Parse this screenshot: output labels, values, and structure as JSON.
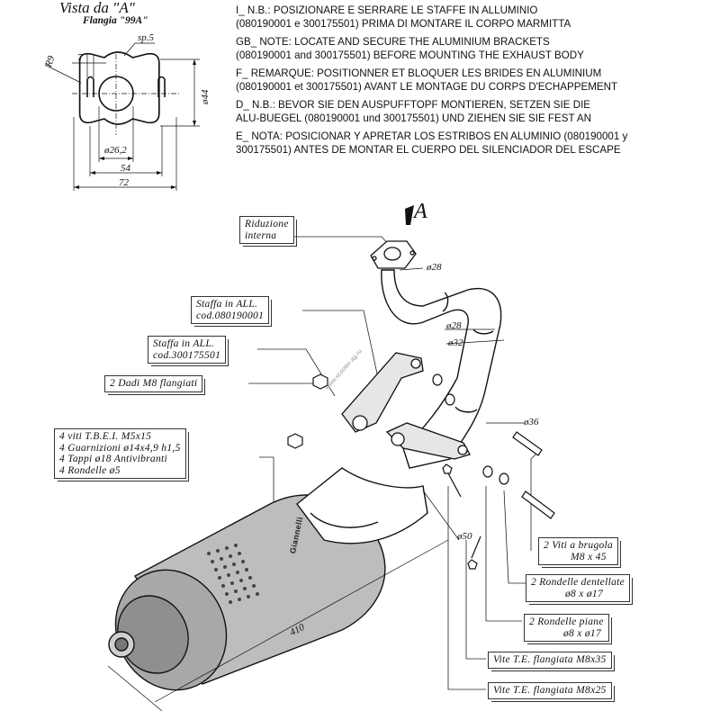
{
  "flange_view": {
    "title": "Vista da \"A\"",
    "subtitle": "Flangia \"99A\"",
    "dims": {
      "thickness": "sp.5",
      "slot": "7",
      "radius": "R9",
      "bore": "ø26,2",
      "height": "ø44",
      "hole_spacing": "54",
      "width": "72"
    }
  },
  "notes": [
    {
      "lines": [
        "I_  N.B.: POSIZIONARE E SERRARE LE STAFFE IN ALLUMINIO",
        "(080190001 e 300175501) PRIMA DI MONTARE IL CORPO MARMITTA"
      ]
    },
    {
      "lines": [
        "GB_  NOTE: LOCATE AND SECURE THE ALUMINIUM BRACKETS",
        "(080190001 and 300175501) BEFORE MOUNTING THE EXHAUST BODY"
      ]
    },
    {
      "lines": [
        "F_  REMARQUE: POSITIONNER ET BLOQUER LES BRIDES EN ALUMINIUM",
        "(080190001 et 300175501) AVANT LE MONTAGE DU CORPS D'ECHAPPEMENT"
      ]
    },
    {
      "lines": [
        "D_  N.B.:  BEVOR SIE DEN AUSPUFFTOPF MONTIEREN, SETZEN SIE DIE",
        "ALU-BUEGEL (080190001 und 300175501) UND ZIEHEN SIE SIE FEST AN"
      ]
    },
    {
      "lines": [
        "E_  NOTA: POSICIONAR Y APRETAR LOS ESTRIBOS EN ALUMINIO (080190001 y",
        "300175501) ANTES DE MONTAR EL CUERPO DEL SILENCIADOR DEL ESCAPE"
      ]
    }
  ],
  "view_marker": "A",
  "labels": {
    "riduzione": [
      "Riduzione",
      "interna"
    ],
    "staffa1": [
      "Staffa in ALL.",
      "cod.080190001"
    ],
    "staffa2": [
      "Staffa in ALL.",
      "cod.300175501"
    ],
    "dadi": [
      "2 Dadi M8 flangiati"
    ],
    "viti_kit": [
      "4 viti T.B.E.I. M5x15",
      "4 Guarnizioni ø14x4,9 h1,5",
      "4 Tappi ø18 Antivibranti",
      "4 Rondelle ø5"
    ],
    "viti_brugola": [
      "2 Viti a brugola",
      "M8 x 45"
    ],
    "rondelle_dent": [
      "2 Rondelle dentellate",
      "ø8 x ø17"
    ],
    "rondelle_piane": [
      "2 Rondelle piane",
      "ø8 x ø17"
    ],
    "vite_m8x35": [
      "Vite T.E. flangiata M8x35"
    ],
    "vite_m8x25": [
      "Vite T.E. flangiata M8x25"
    ]
  },
  "pipe_dims": {
    "d28a": "ø28",
    "d28b": "ø28",
    "d32": "ø32",
    "d36": "ø36",
    "d50": "ø50",
    "length": "410"
  },
  "brand_text": "Giannelli",
  "watermark": "www.scooter-ag.ru"
}
